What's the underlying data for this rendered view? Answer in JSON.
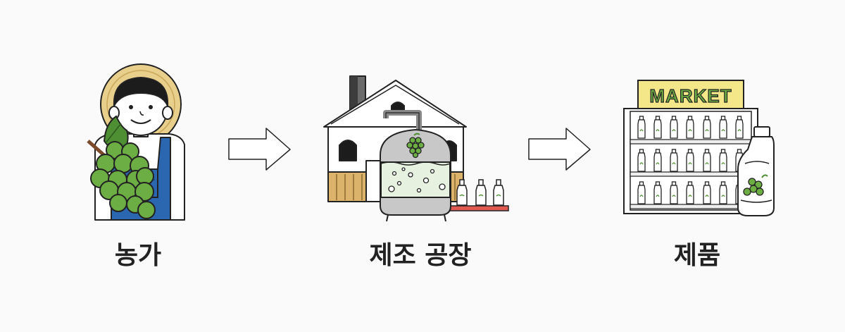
{
  "steps": [
    {
      "id": "farm",
      "label": "농가"
    },
    {
      "id": "factory",
      "label": "제조 공장"
    },
    {
      "id": "product",
      "label": "제품"
    }
  ],
  "market_sign": "MARKET",
  "colors": {
    "grape_green": "#6dae44",
    "leaf_green": "#4f8f34",
    "hat_straw": "#e9cf8c",
    "overall_blue": "#2b66b0",
    "sign_yellow": "#f3e78a",
    "conveyor_red": "#e05a52",
    "wood_tan": "#dcb36a",
    "tank_gray": "#c8c8c8",
    "liquid_mint": "#e6f2df",
    "outline": "#222222"
  },
  "icons": [
    "farmer-icon",
    "grape-icon",
    "factory-icon",
    "fermentation-tank-icon",
    "bottle-icon",
    "market-shelf-icon",
    "arrow-right-icon"
  ]
}
